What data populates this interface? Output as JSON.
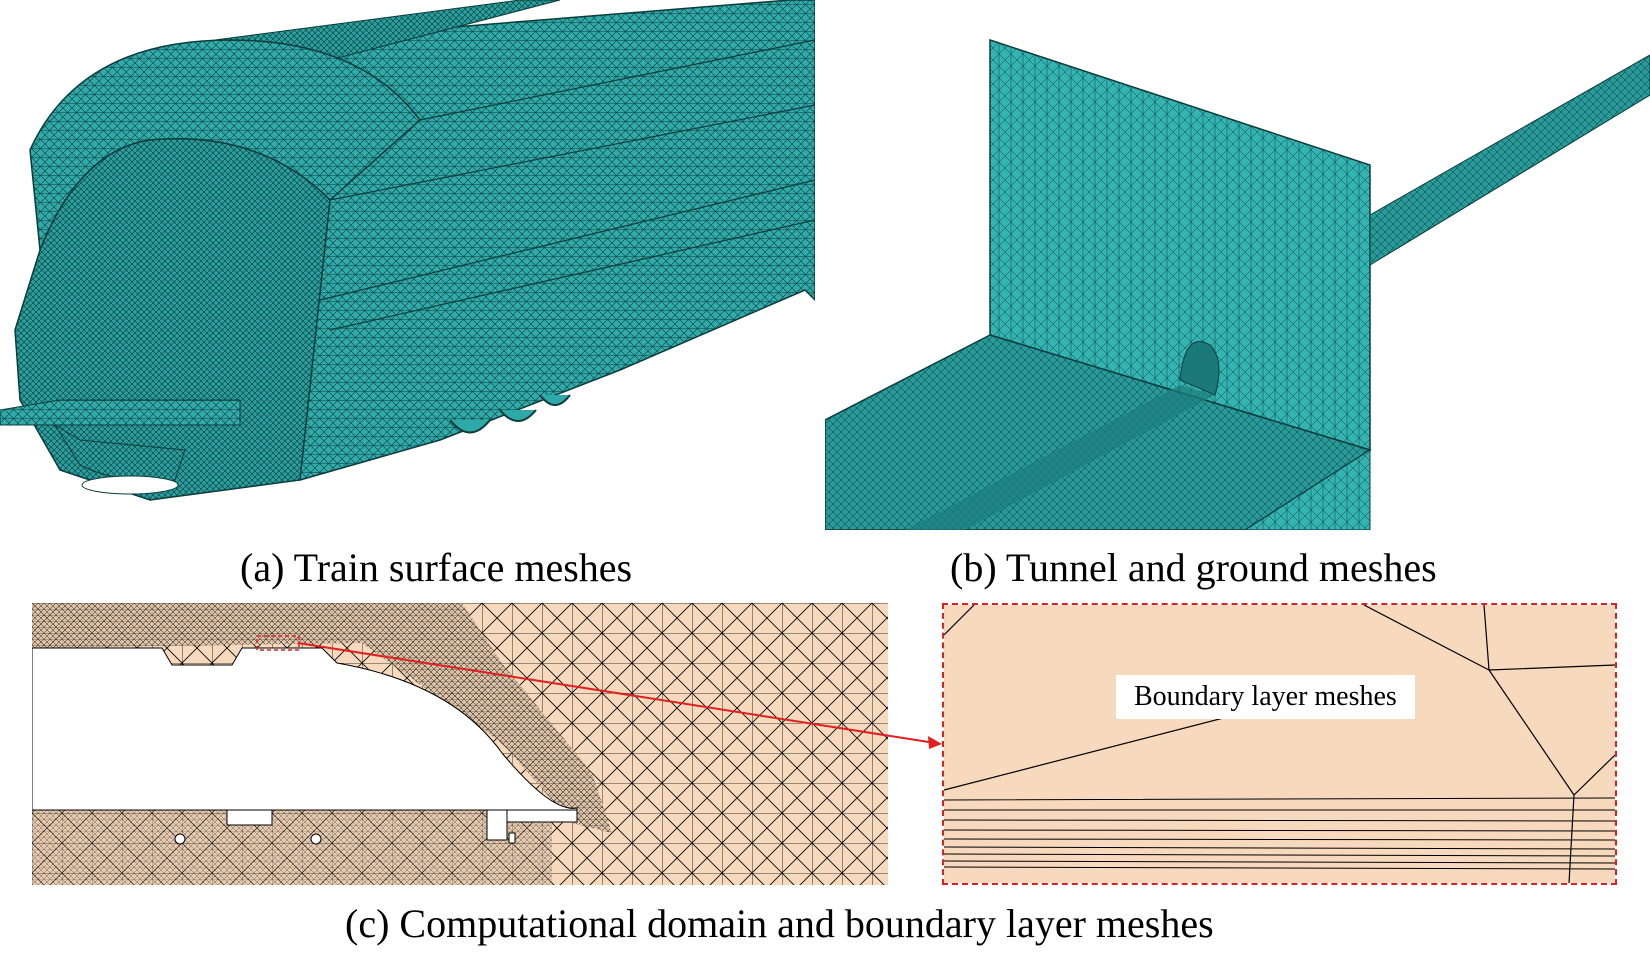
{
  "panels": {
    "a": {
      "caption": "(a) Train surface meshes"
    },
    "b": {
      "caption": "(b) Tunnel and ground meshes"
    },
    "c": {
      "caption": "(c) Computational domain and boundary layer meshes",
      "inset_label": "Boundary layer meshes"
    }
  },
  "colors": {
    "mesh_fill": "#2fa9a8",
    "mesh_line": "#0d3b3b",
    "domain_fill": "#f7d9bd",
    "inset_border": "#e02020",
    "arrow": "#e02020"
  }
}
